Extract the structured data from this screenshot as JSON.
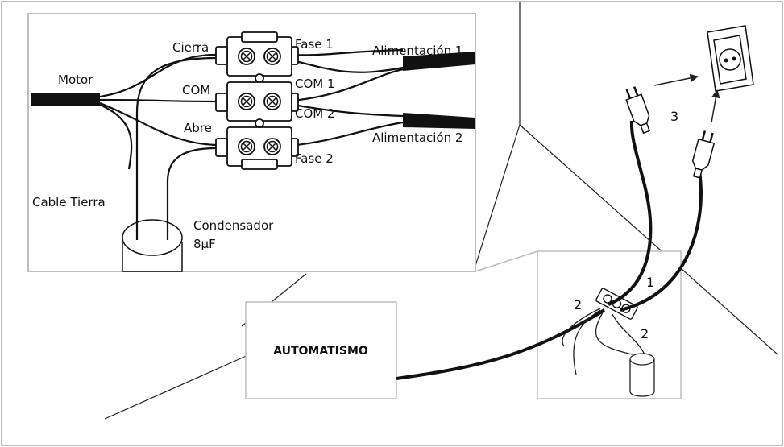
{
  "colors": {
    "frame": "#bdbdbd",
    "cable": "#111111",
    "line": "#222222",
    "background": "#ffffff"
  },
  "inset": {
    "labels": {
      "motor": "Motor",
      "cierra": "Cierra",
      "com": "COM",
      "abre": "Abre",
      "fase1": "Fase 1",
      "com1": "COM 1",
      "com2": "COM 2",
      "fase2": "Fase 2",
      "alimentacion1": "Alimentación 1",
      "alimentacion2": "Alimentación 2",
      "cable_tierra": "Cable Tierra",
      "condensador": "Condensador",
      "capacitance": "8μF"
    }
  },
  "scene": {
    "automatismo": "AUTOMATISMO",
    "steps": {
      "plugs": "3",
      "wires": "1",
      "left": "2",
      "capacitor": "2"
    }
  },
  "icons": [
    "terminal-block-icon",
    "plug-icon",
    "wall-socket-icon",
    "capacitor-icon",
    "arrow-icon"
  ]
}
